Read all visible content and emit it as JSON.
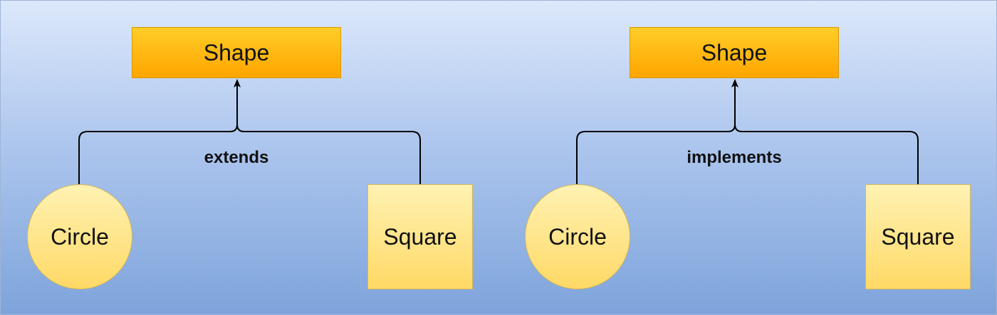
{
  "diagrams": [
    {
      "parent_label": "Shape",
      "relation_label": "extends",
      "left_child_label": "Circle",
      "right_child_label": "Square"
    },
    {
      "parent_label": "Shape",
      "relation_label": "implements",
      "left_child_label": "Circle",
      "right_child_label": "Square"
    }
  ],
  "colors": {
    "background_top": "#dce8fb",
    "background_bottom": "#7ea4db",
    "parent_fill_top": "#ffcd28",
    "parent_fill_bottom": "#ffa500",
    "parent_border": "#d79b00",
    "child_fill_top": "#fff2b3",
    "child_fill_bottom": "#ffd966",
    "child_border": "#d6b656",
    "connector": "#000000"
  }
}
